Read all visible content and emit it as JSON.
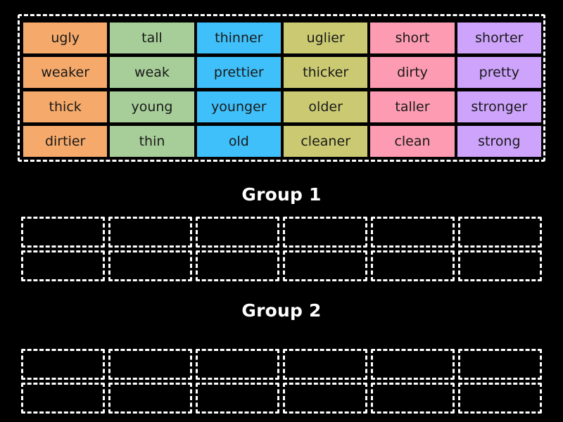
{
  "background_color": "#000000",
  "word_bank": {
    "name": "word-bank",
    "border_style": "dashed-white",
    "columns": 6,
    "rows": 4,
    "column_colors": [
      "#f5a96a",
      "#a7ce99",
      "#3fc0fa",
      "#cbca72",
      "#fc9bb1",
      "#cda3fb"
    ],
    "cells": [
      {
        "text": "ugly",
        "color": "#f5a96a"
      },
      {
        "text": "tall",
        "color": "#a7ce99"
      },
      {
        "text": "thinner",
        "color": "#3fc0fa"
      },
      {
        "text": "uglier",
        "color": "#cbca72"
      },
      {
        "text": "short",
        "color": "#fc9bb1"
      },
      {
        "text": "shorter",
        "color": "#cda3fb"
      },
      {
        "text": "weaker",
        "color": "#f5a96a"
      },
      {
        "text": "weak",
        "color": "#a7ce99"
      },
      {
        "text": "prettier",
        "color": "#3fc0fa"
      },
      {
        "text": "thicker",
        "color": "#cbca72"
      },
      {
        "text": "dirty",
        "color": "#fc9bb1"
      },
      {
        "text": "pretty",
        "color": "#cda3fb"
      },
      {
        "text": "thick",
        "color": "#f5a96a"
      },
      {
        "text": "young",
        "color": "#a7ce99"
      },
      {
        "text": "younger",
        "color": "#3fc0fa"
      },
      {
        "text": "older",
        "color": "#cbca72"
      },
      {
        "text": "taller",
        "color": "#fc9bb1"
      },
      {
        "text": "stronger",
        "color": "#cda3fb"
      },
      {
        "text": "dirtier",
        "color": "#f5a96a"
      },
      {
        "text": "thin",
        "color": "#a7ce99"
      },
      {
        "text": "old",
        "color": "#3fc0fa"
      },
      {
        "text": "cleaner",
        "color": "#cbca72"
      },
      {
        "text": "clean",
        "color": "#fc9bb1"
      },
      {
        "text": "strong",
        "color": "#cda3fb"
      }
    ]
  },
  "groups": [
    {
      "title": "Group 1",
      "columns": 6,
      "rows": 2,
      "slots": [
        "",
        "",
        "",
        "",
        "",
        "",
        "",
        "",
        "",
        "",
        "",
        ""
      ]
    },
    {
      "title": "Group 2",
      "columns": 6,
      "rows": 2,
      "slots": [
        "",
        "",
        "",
        "",
        "",
        "",
        "",
        "",
        "",
        "",
        "",
        ""
      ]
    }
  ]
}
